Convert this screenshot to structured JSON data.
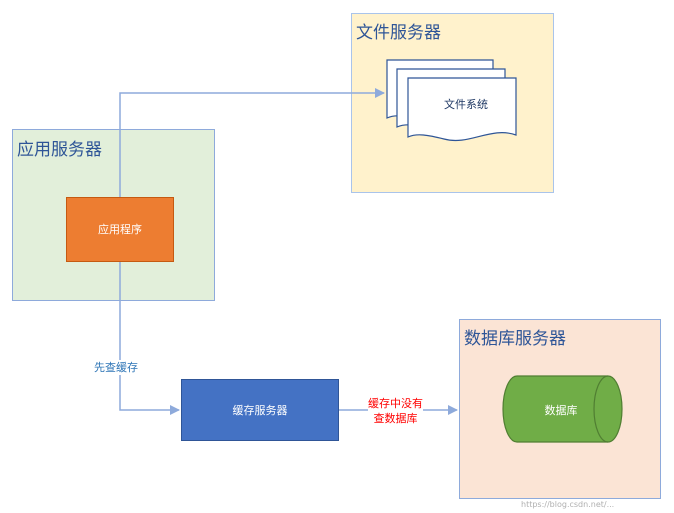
{
  "regions": {
    "file_server": {
      "title": "文件服务器",
      "fill": "#fff2cc",
      "stroke": "#a9c4eb"
    },
    "app_server": {
      "title": "应用服务器",
      "fill": "#e2efda",
      "stroke": "#8eaadb"
    },
    "db_server": {
      "title": "数据库服务器",
      "fill": "#fbe4d5",
      "stroke": "#8eaadb"
    }
  },
  "nodes": {
    "app": {
      "label": "应用程序",
      "fill": "#ed7d31"
    },
    "cache": {
      "label": "缓存服务器",
      "fill": "#4472c4"
    },
    "filesystem": {
      "label": "文件系统",
      "fill": "#ffffff",
      "stroke": "#2e5597"
    },
    "database": {
      "label": "数据库",
      "fill": "#70ad47",
      "stroke": "#507e32"
    }
  },
  "edges": {
    "check_cache": {
      "label": "先查缓存",
      "color": "#2e75b6"
    },
    "query_db": {
      "label_line1": "缓存中没有",
      "label_line2": "查数据库",
      "color": "#ff0000"
    },
    "line_color": "#8eaadb"
  },
  "watermark": "https://blog.csdn.net/..."
}
